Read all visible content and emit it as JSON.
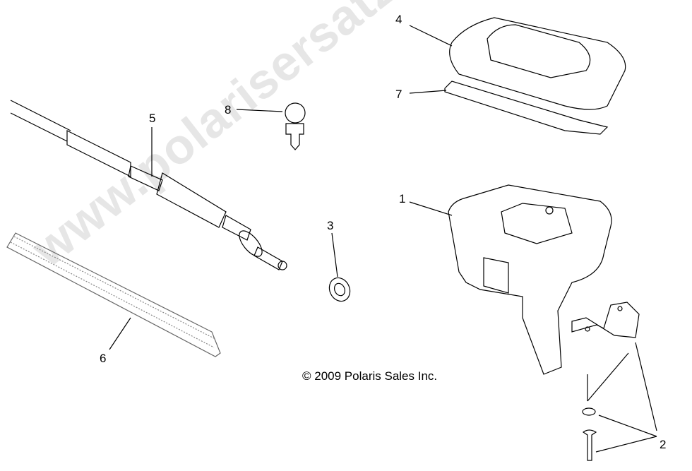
{
  "callouts": [
    "1",
    "2",
    "3",
    "4",
    "5",
    "6",
    "7",
    "8"
  ],
  "copyright": "© 2009 Polaris Sales Inc.",
  "watermark": "www.polarisersatzteile.de"
}
